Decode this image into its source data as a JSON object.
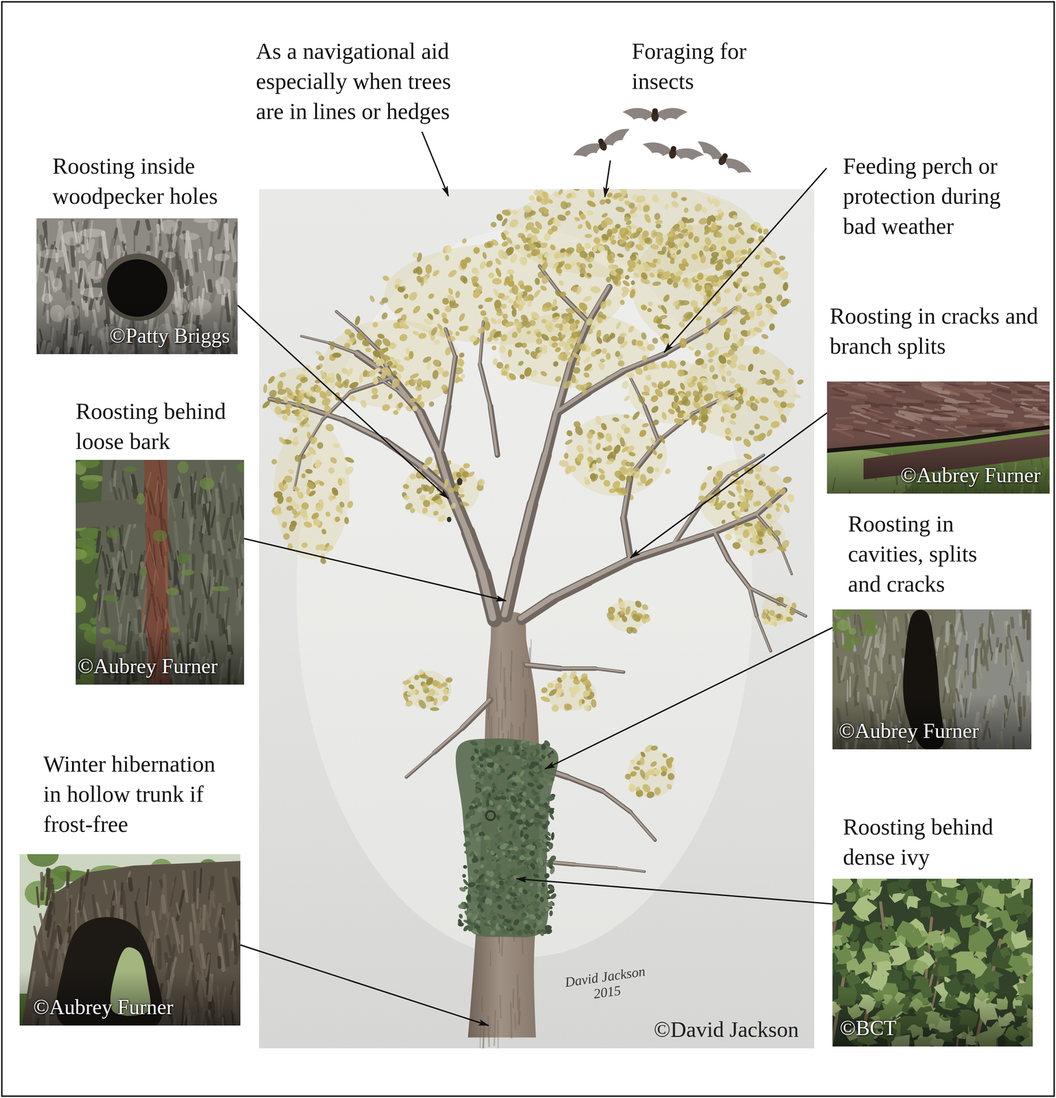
{
  "diagram": {
    "nodes": [
      {
        "text": [
          "Roosting inside woodpecker holes",
          "©Patty Briggs"
        ]
      },
      {
        "text": [
          "David Jackson 2015",
          "©David Jackson"
        ]
      },
      {
        "text": [
          "Roosting in cracks and branch splits",
          "©Aubrey Furner"
        ]
      },
      {
        "text": [
          "Roosting behind loose bark",
          "©Aubrey Furner"
        ]
      },
      {
        "text": [
          "Roosting in cavities, splits and cracks",
          "©Aubrey Furner"
        ]
      },
      {
        "text": [
          "Winter hibernation in hollow trunk if frost-free",
          "©Aubrey Furner"
        ]
      },
      {
        "text": [
          "Roosting behind dense ivy",
          "©BCT"
        ]
      }
    ],
    "edges": [
      {
        "from": 0,
        "to": 1,
        "arrow": "to"
      },
      {
        "from": 2,
        "to": 1,
        "arrow": "to"
      },
      {
        "from": 3,
        "to": 1,
        "arrow": "to"
      },
      {
        "from": 4,
        "to": 1,
        "arrow": "to"
      },
      {
        "from": 5,
        "to": 1,
        "arrow": "to"
      },
      {
        "from": 6,
        "to": 1,
        "arrow": "to"
      }
    ],
    "labels": [
      "As a navigational aid especially when trees are in lines or hedges",
      "Foraging for insects",
      "Feeding perch or protection during bad weather"
    ]
  }
}
